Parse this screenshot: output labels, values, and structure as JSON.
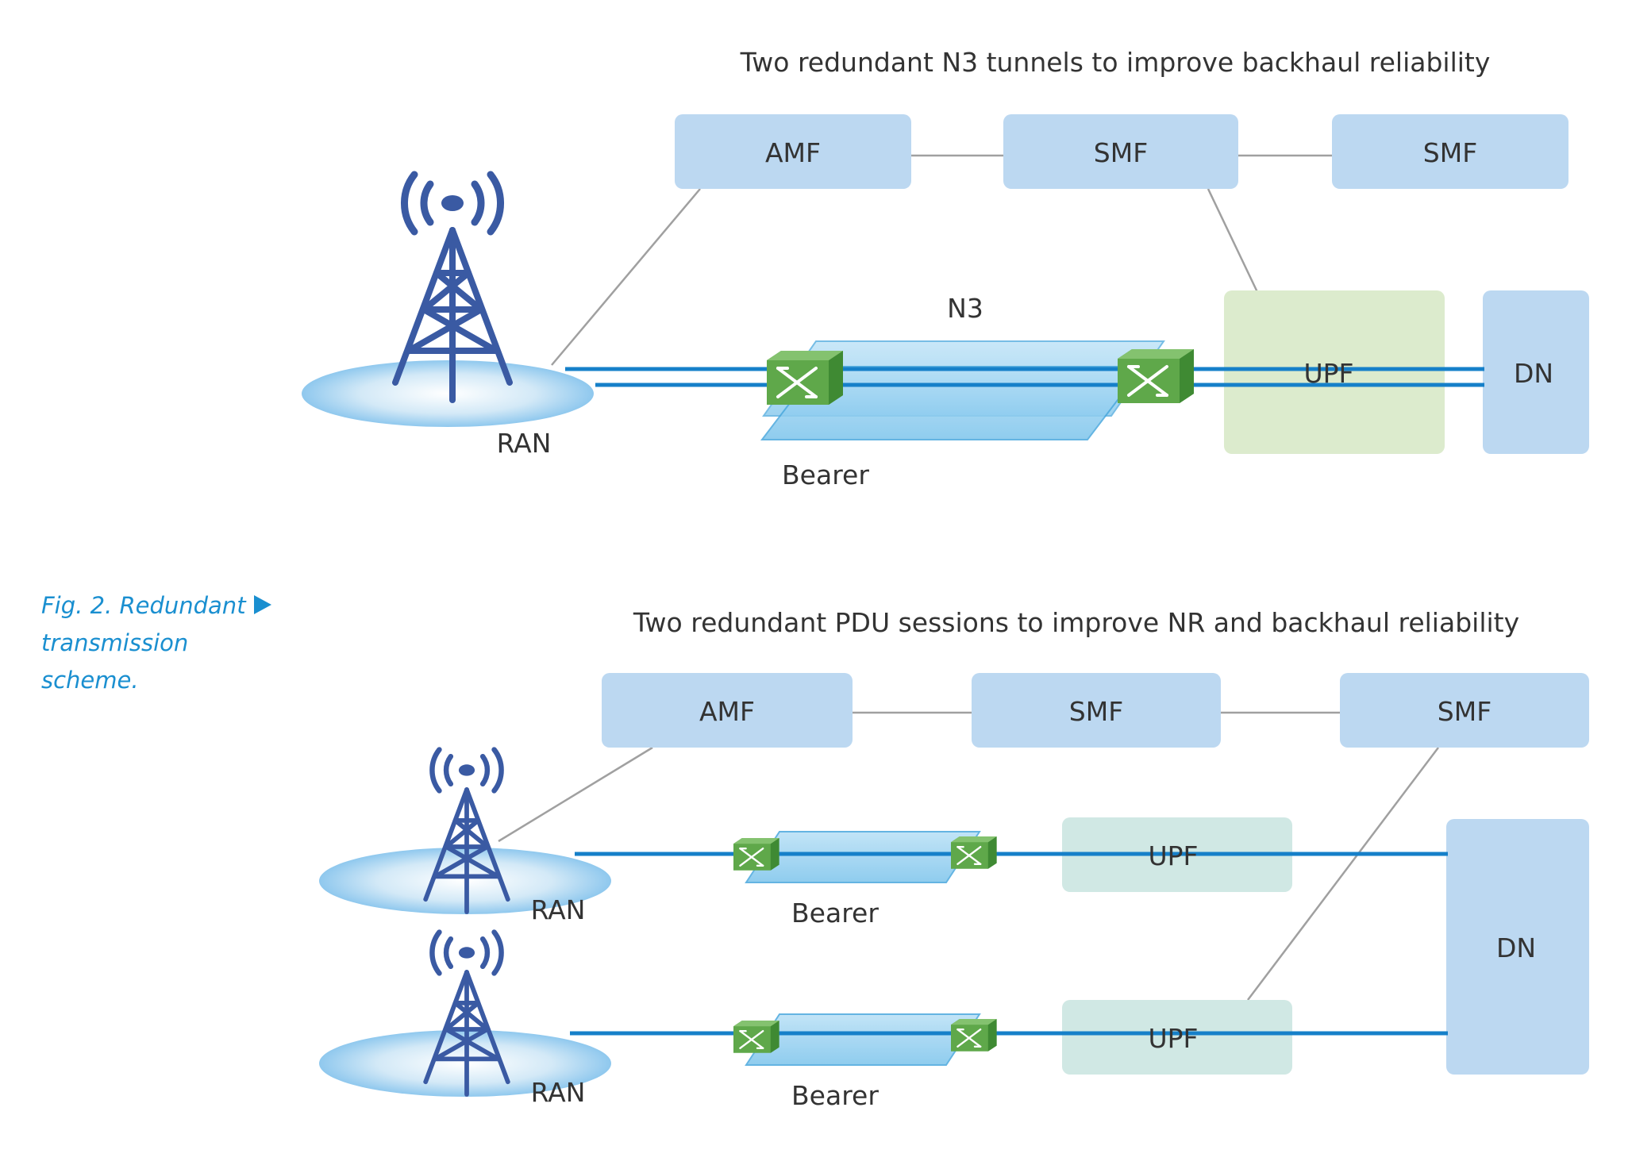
{
  "caption": {
    "lines": [
      "Fig. 2. Redundant",
      "transmission",
      "scheme."
    ]
  },
  "colors": {
    "nf_box": "#bcd8f1",
    "upf_top": "#dcebcd",
    "upf_bottom": "#d0e8e4",
    "dn_box": "#bcd8f1",
    "link": "#1680c9",
    "connector": "#a0a0a0",
    "tower": "#3a5aa3",
    "router": "#5fa84a",
    "caption": "#1a8fd0"
  },
  "top": {
    "title": "Two redundant N3 tunnels to improve backhaul reliability",
    "amf": "AMF",
    "smf_1": "SMF",
    "smf_2": "SMF",
    "n3_label": "N3",
    "upf": "UPF",
    "dn": "DN",
    "ran": "RAN",
    "bearer": "Bearer"
  },
  "bottom": {
    "title": "Two redundant PDU sessions to improve NR and backhaul reliability",
    "amf": "AMF",
    "smf_1": "SMF",
    "smf_2": "SMF",
    "upf_1": "UPF",
    "upf_2": "UPF",
    "dn": "DN",
    "ran_1": "RAN",
    "ran_2": "RAN",
    "bearer_1": "Bearer",
    "bearer_2": "Bearer"
  }
}
